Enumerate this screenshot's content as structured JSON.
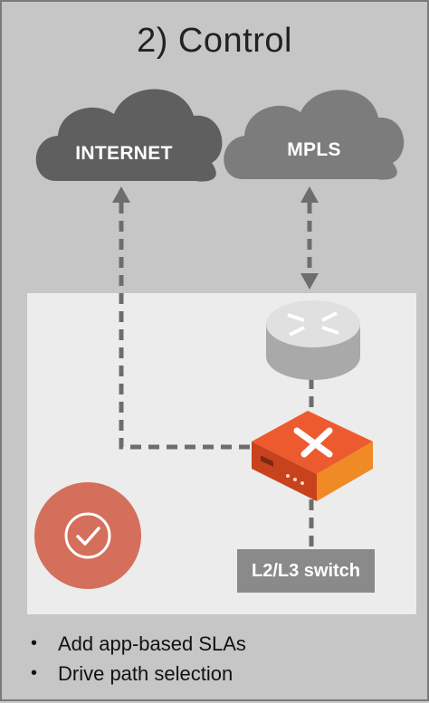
{
  "title": "2) Control",
  "clouds": {
    "internet_label": "INTERNET",
    "mpls_label": "MPLS"
  },
  "switch_label": "L2/L3 switch",
  "bullets": [
    "Add app-based SLAs",
    "Drive path selection"
  ],
  "colors": {
    "panel_bg": "#c6c6c6",
    "inner_bg": "#ececec",
    "internet_cloud": "#5f5f5f",
    "mpls_cloud": "#7c7c7c",
    "appliance": "#e8552e",
    "badge": "#d46f5c",
    "connector": "#6d6d6d"
  },
  "icons": {
    "router": "router-icon",
    "appliance": "sd-wan-appliance-icon",
    "badge": "checkmark-icon"
  }
}
